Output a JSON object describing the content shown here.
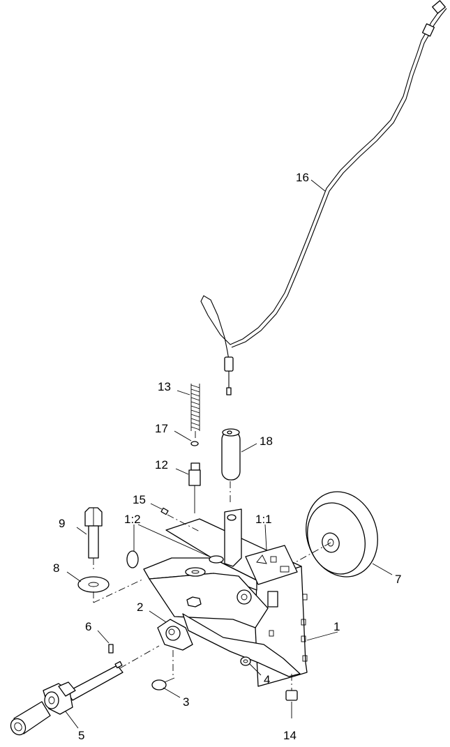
{
  "callouts": {
    "c1": "1",
    "c2": "2",
    "c3": "3",
    "c4": "4",
    "c5": "5",
    "c6": "6",
    "c7": "7",
    "c8": "8",
    "c9": "9",
    "c12": "12",
    "c13": "13",
    "c14": "14",
    "c15": "15",
    "c16": "16",
    "c17": "17",
    "c18": "18",
    "c1_1": "1:1",
    "c1_2": "1:2"
  }
}
